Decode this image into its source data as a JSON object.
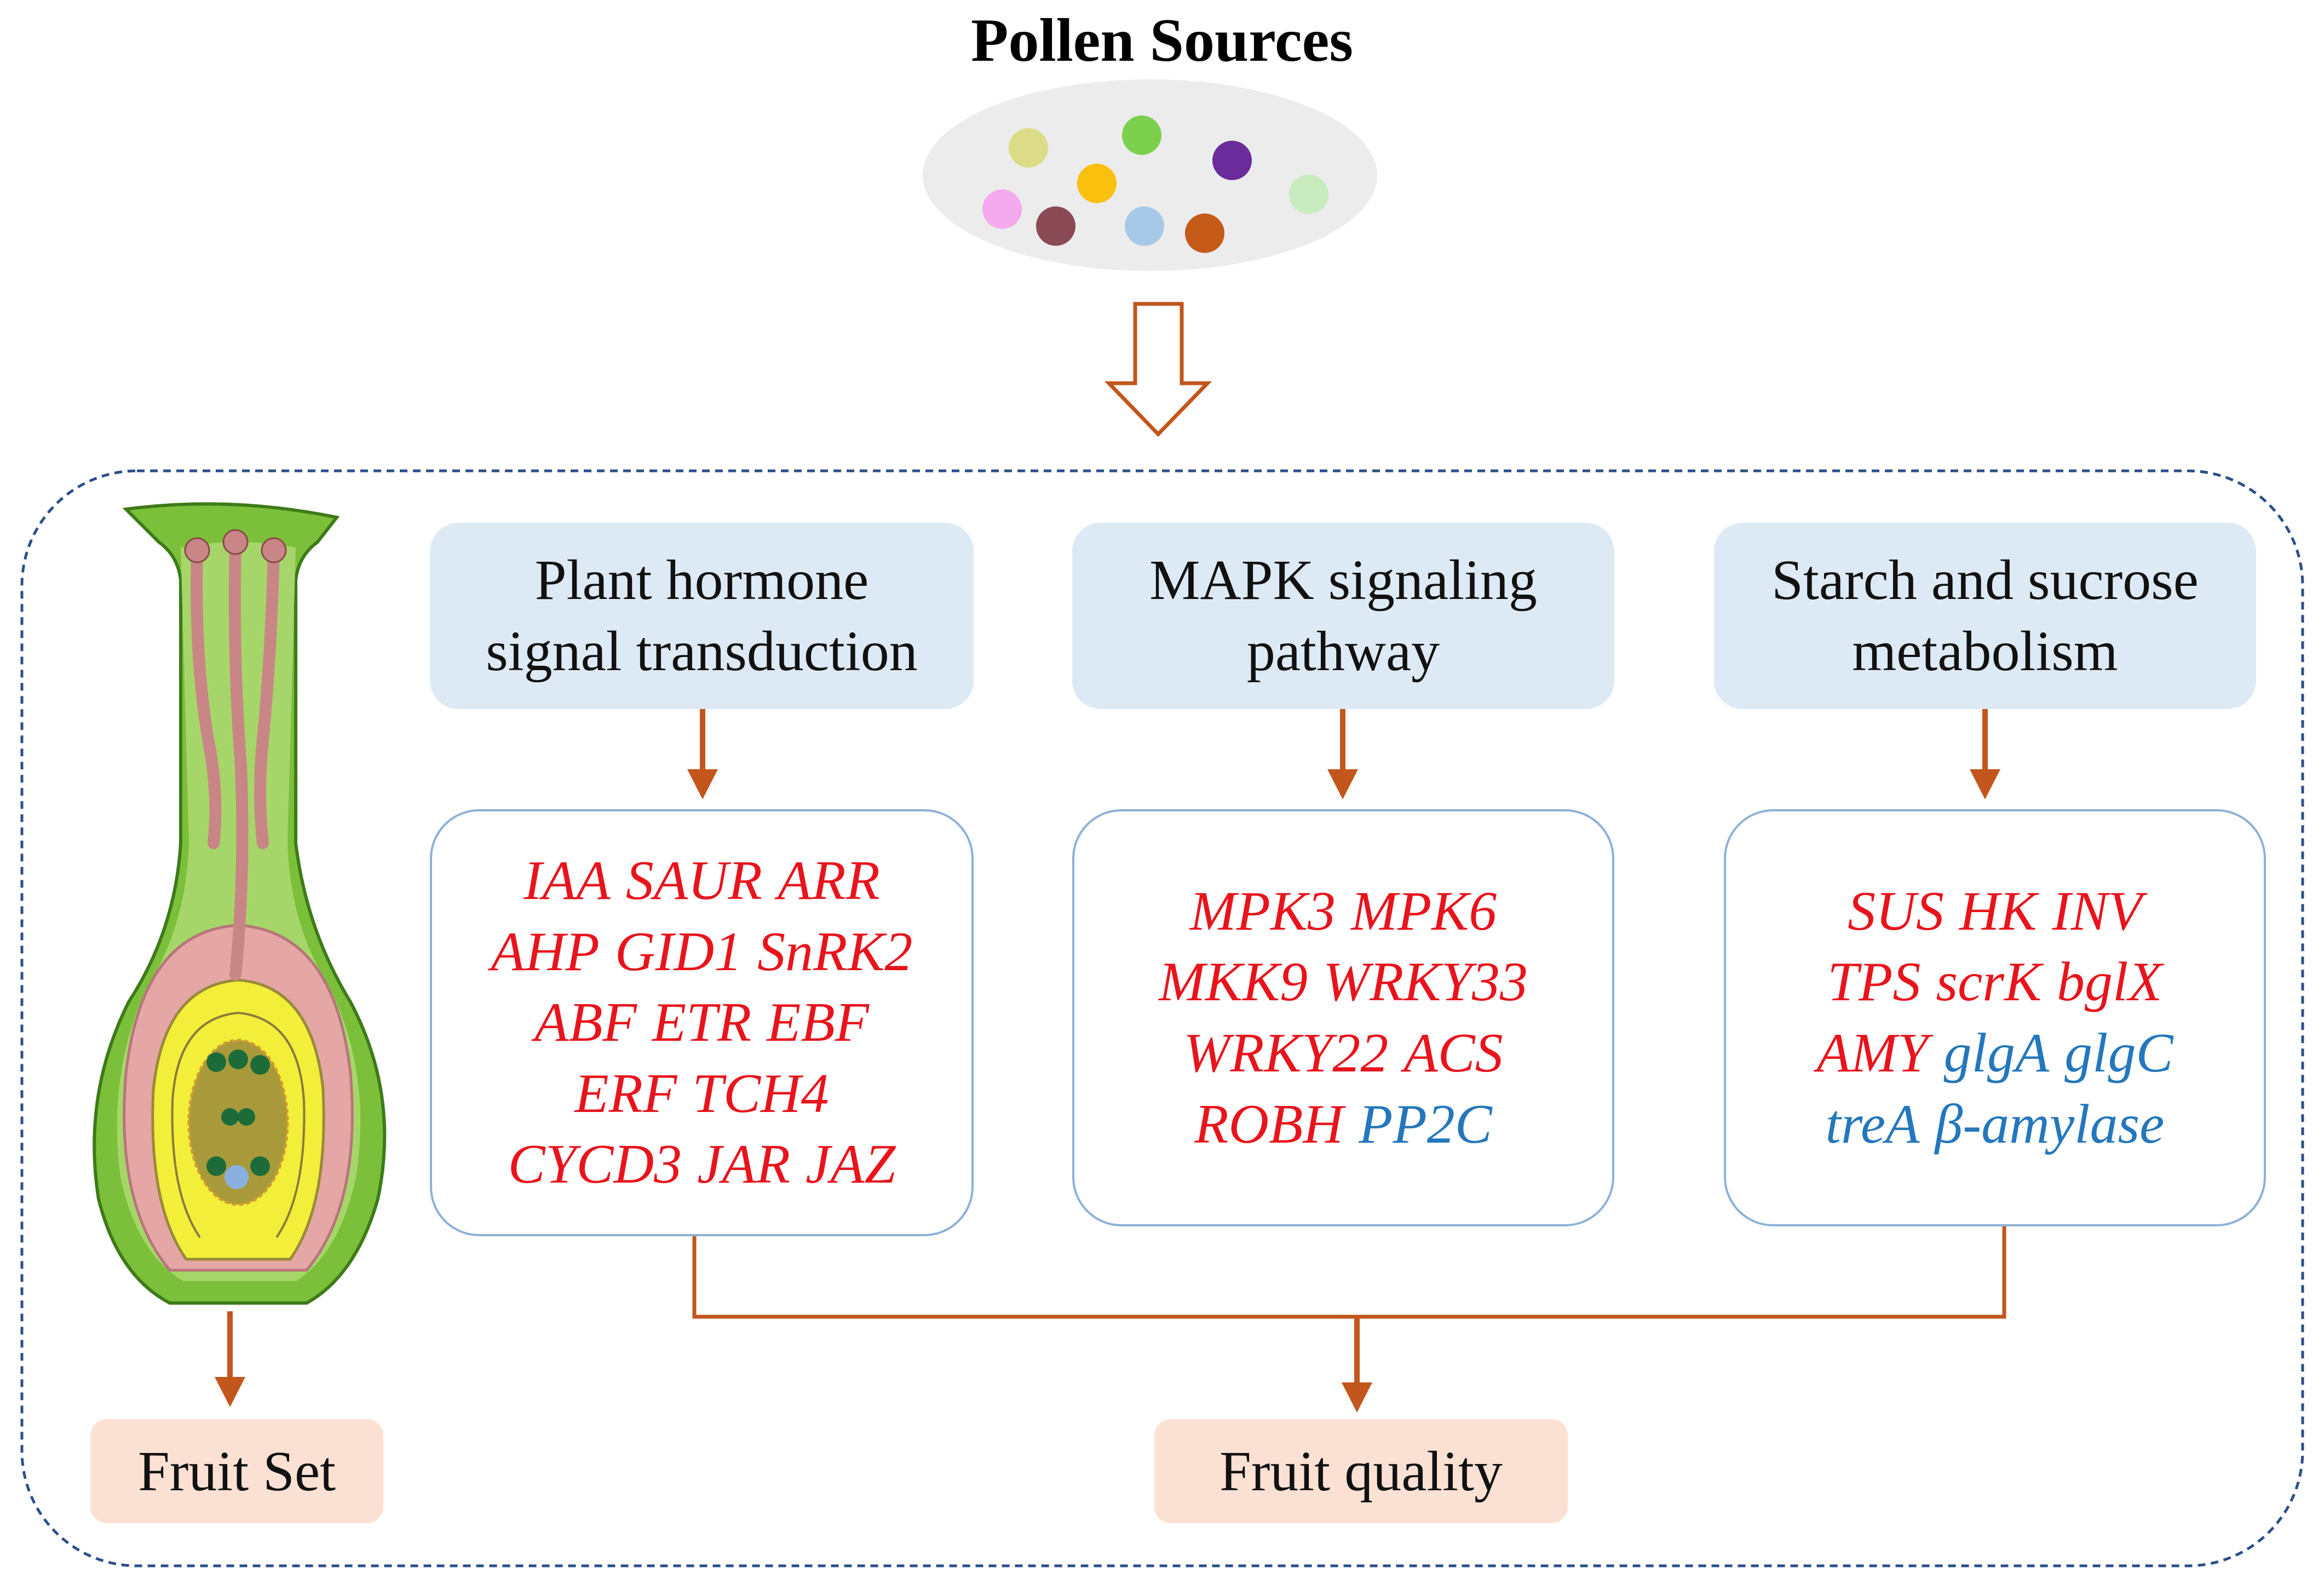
{
  "title": "Pollen Sources",
  "colors": {
    "arrow": "#c2561c",
    "pathway_fill": "#dde9f4",
    "genebox_border": "#8eb0d6",
    "frame_border": "#2c4e8a",
    "upregulated": "#e8141c",
    "downregulated": "#2477bc",
    "outcome_fill": "#fbe1d4",
    "pollen_dots": [
      "#dcdc88",
      "#7cd04e",
      "#6a2c9a",
      "#f5a9ee",
      "#f9c00d",
      "#8a4a56",
      "#a8c8e8",
      "#c65a19",
      "#c8ecc0"
    ]
  },
  "icons": [
    "pollen-cluster",
    "hollow-down-arrow",
    "pistil-illustration"
  ],
  "pathways": [
    {
      "lines": [
        "Plant hormone",
        "signal transduction"
      ]
    },
    {
      "lines": [
        "MAPK signaling",
        "pathway"
      ]
    },
    {
      "lines": [
        "Starch and sucrose",
        "metabolism"
      ]
    }
  ],
  "gene_boxes": [
    {
      "rows": [
        [
          {
            "name": "IAA",
            "reg": "up"
          },
          {
            "name": "SAUR",
            "reg": "up"
          },
          {
            "name": "ARR",
            "reg": "up"
          }
        ],
        [
          {
            "name": "AHP",
            "reg": "up"
          },
          {
            "name": "GID1",
            "reg": "up"
          },
          {
            "name": "SnRK2",
            "reg": "up"
          }
        ],
        [
          {
            "name": "ABF",
            "reg": "up"
          },
          {
            "name": "ETR",
            "reg": "up"
          },
          {
            "name": "EBF",
            "reg": "up"
          }
        ],
        [
          {
            "name": "ERF",
            "reg": "up"
          },
          {
            "name": "TCH4",
            "reg": "up"
          }
        ],
        [
          {
            "name": "CYCD3",
            "reg": "up"
          },
          {
            "name": "JAR",
            "reg": "up"
          },
          {
            "name": "JAZ",
            "reg": "up"
          }
        ]
      ]
    },
    {
      "rows": [
        [
          {
            "name": "MPK3",
            "reg": "up"
          },
          {
            "name": "MPK6",
            "reg": "up"
          }
        ],
        [
          {
            "name": "MKK9",
            "reg": "up"
          },
          {
            "name": "WRKY33",
            "reg": "up"
          }
        ],
        [
          {
            "name": "WRKY22",
            "reg": "up"
          },
          {
            "name": "ACS",
            "reg": "up"
          }
        ],
        [
          {
            "name": "ROBH",
            "reg": "up"
          },
          {
            "name": "PP2C",
            "reg": "down"
          }
        ]
      ]
    },
    {
      "rows": [
        [
          {
            "name": "SUS",
            "reg": "up"
          },
          {
            "name": "HK",
            "reg": "up"
          },
          {
            "name": "INV",
            "reg": "up"
          }
        ],
        [
          {
            "name": "TPS",
            "reg": "up"
          },
          {
            "name": "scrK",
            "reg": "up"
          },
          {
            "name": "bglX",
            "reg": "up"
          }
        ],
        [
          {
            "name": "AMY",
            "reg": "up"
          },
          {
            "name": "glgA",
            "reg": "down"
          },
          {
            "name": "glgC",
            "reg": "down"
          }
        ],
        [
          {
            "name": "treA",
            "reg": "down"
          },
          {
            "name": "β-amylase",
            "reg": "down"
          }
        ]
      ]
    }
  ],
  "outcomes": {
    "fruit_set": "Fruit Set",
    "fruit_quality": "Fruit quality"
  }
}
